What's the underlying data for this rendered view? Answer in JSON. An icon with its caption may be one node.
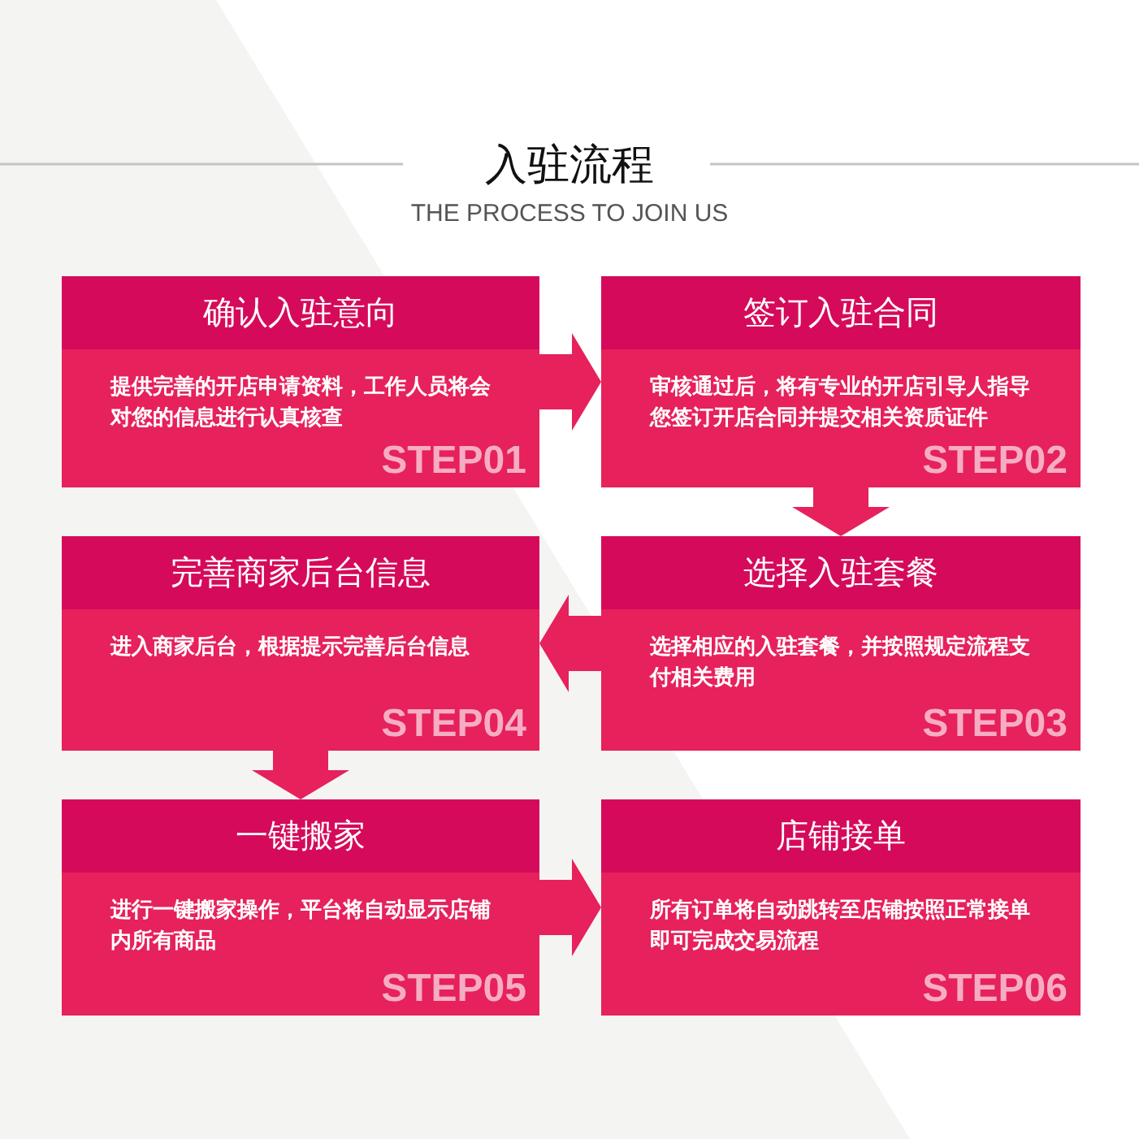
{
  "diagram": {
    "title": "入驻流程",
    "nodes": [
      {
        "text": [
          "确认入驻意向",
          "提供完善的开店申请资料，工作人员将会对您的信息进行认真核查",
          "STEP01"
        ]
      },
      {
        "text": [
          "签订入驻合同",
          "审核通过后，将有专业的开店引导人指导您签订开店合同并提交相关资质证件",
          "STEP02"
        ]
      },
      {
        "text": [
          "完善商家后台信息",
          "进入商家后台，根据提示完善后台信息",
          "STEP04"
        ]
      },
      {
        "text": [
          "选择入驻套餐",
          "选择相应的入驻套餐，并按照规定流程支付相关费用",
          "STEP03"
        ]
      },
      {
        "text": [
          "一键搬家",
          "进行一键搬家操作，平台将自动显示店铺内所有商品",
          "STEP05"
        ]
      },
      {
        "text": [
          "店铺接单",
          "所有订单将自动跳转至店铺按照正常接单即可完成交易流程",
          "STEP06"
        ]
      }
    ],
    "edges": [
      {
        "from": 0,
        "to": 1,
        "arrow": "to"
      },
      {
        "from": 1,
        "to": 3,
        "arrow": "to"
      },
      {
        "from": 3,
        "to": 2,
        "arrow": "to"
      },
      {
        "from": 2,
        "to": 4,
        "arrow": "to"
      },
      {
        "from": 4,
        "to": 5,
        "arrow": "to"
      }
    ],
    "labels": [
      "THE PROCESS TO JOIN US"
    ]
  }
}
